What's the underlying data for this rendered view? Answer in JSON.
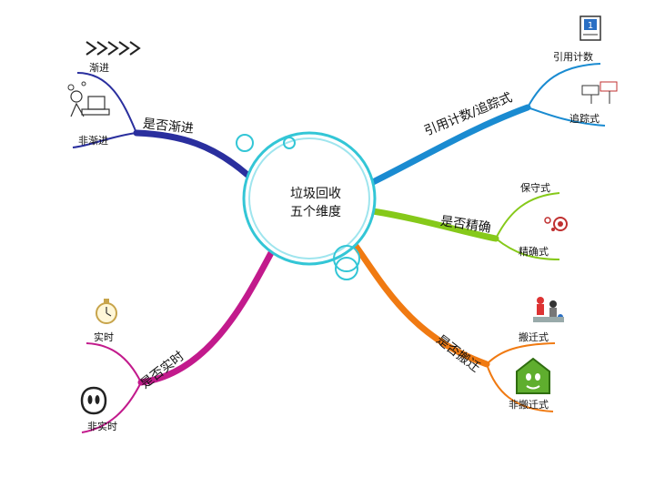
{
  "center": {
    "line1": "垃圾回收",
    "line2": "五个维度"
  },
  "branches": {
    "incremental": {
      "title": "是否渐进",
      "children": [
        "渐进",
        "非渐进"
      ],
      "color": "#2a2f9e"
    },
    "realtime": {
      "title": "是否实时",
      "children": [
        "实时",
        "非实时"
      ],
      "color": "#c21a8c"
    },
    "refcount": {
      "title": "引用计数/追踪式",
      "children": [
        "引用计数",
        "追踪式"
      ],
      "color": "#1a8bd1"
    },
    "precise": {
      "title": "是否精确",
      "children": [
        "保守式",
        "精确式"
      ],
      "color": "#86c91a"
    },
    "moving": {
      "title": "是否搬迁",
      "children": [
        "搬迁式",
        "非搬迁式"
      ],
      "color": "#f07a12"
    }
  },
  "icons": {
    "incremental": [
      "arrows-icon",
      "person-at-desk-icon"
    ],
    "realtime": [
      "stopwatch-icon",
      "ghost-face-icon"
    ],
    "refcount": [
      "numbered-card-icon",
      "signpost-icon"
    ],
    "precise": [
      "target-icon"
    ],
    "moving": [
      "people-group-icon",
      "house-icon"
    ]
  }
}
